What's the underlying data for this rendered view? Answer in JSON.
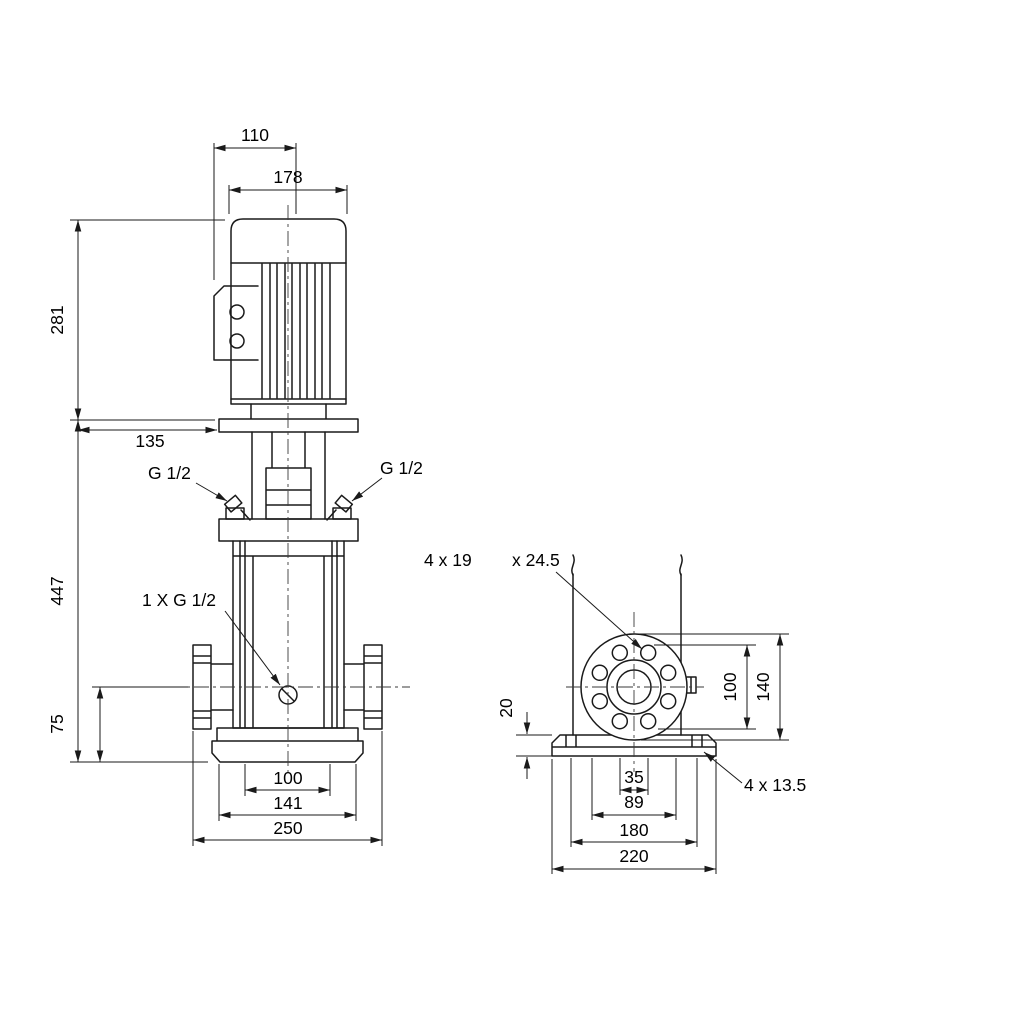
{
  "front_view": {
    "dims": {
      "motor_top_width": "110",
      "motor_width": "178",
      "motor_height": "281",
      "head_offset": "135",
      "pump_height": "447",
      "port_height": "75",
      "bolt_spacing": "100",
      "flange_spacing": "141",
      "port_face_to_face": "250"
    },
    "labels": {
      "vent_left": "G 1/2",
      "vent_right": "G 1/2",
      "drain": "1 X G 1/2"
    }
  },
  "side_view": {
    "dims": {
      "base_plate_thickness": "20",
      "bolt_circle": "100",
      "flange_od": "140",
      "hole_pair_spacing": "35",
      "hole_span": "89",
      "base_hole_spacing": "180",
      "base_length": "220"
    },
    "labels": {
      "flange_holes": "4 x 19",
      "flange_counterbore": "x 24.5",
      "base_holes": "4 x 13.5"
    }
  }
}
